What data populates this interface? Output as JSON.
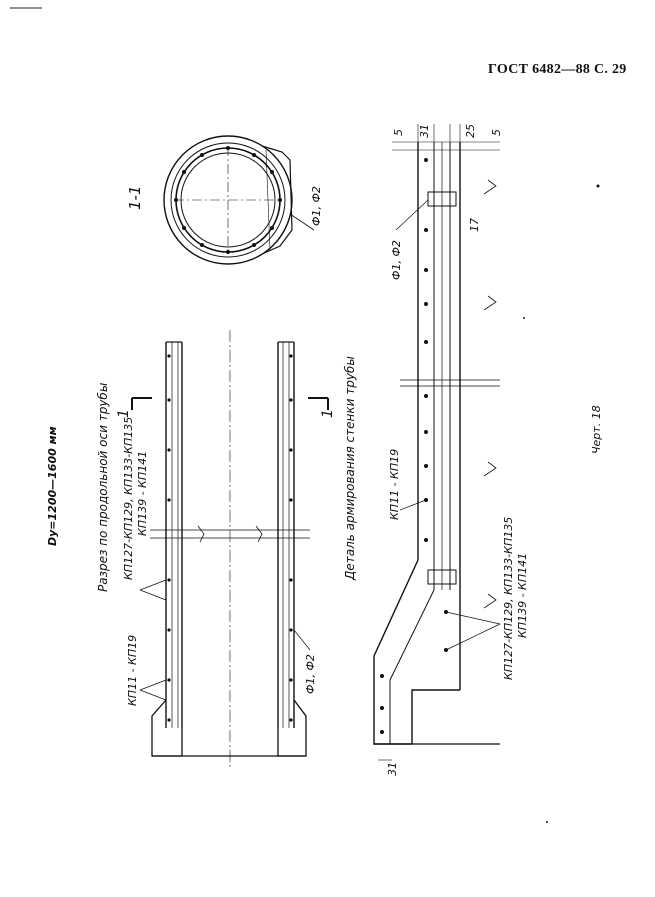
{
  "header": {
    "gost": "ГОСТ 6482—88 С. 29"
  },
  "drawing": {
    "diameter_label": "Dy=1200—1600 мм",
    "section_title": "Разрез по продольной оси трубы",
    "detail_title": "Деталь армирования стенки трубы",
    "section_mark": "1-1",
    "cut_mark": "1",
    "marks": {
      "kp11_kp19_a": "КП11 - КП19",
      "kp11_kp19_b": "КП11 - КП19",
      "kp127_group_a": "КП127-КП129, КП133-КП135",
      "kp139_a": "КП139 - КП141",
      "kp127_group_b": "КП127-КП129, КП133-КП135",
      "kp139_b": "КП139 - КП141",
      "phi_a": "Ф1, Ф2",
      "phi_b": "Ф1, Ф2",
      "phi_c": "Ф1, Ф2"
    },
    "dims": {
      "d5a": "5",
      "d31a": "31",
      "d25": "25",
      "d5b": "5",
      "d17": "17",
      "d31b": "31"
    },
    "figure_label": "Черт. 18"
  }
}
